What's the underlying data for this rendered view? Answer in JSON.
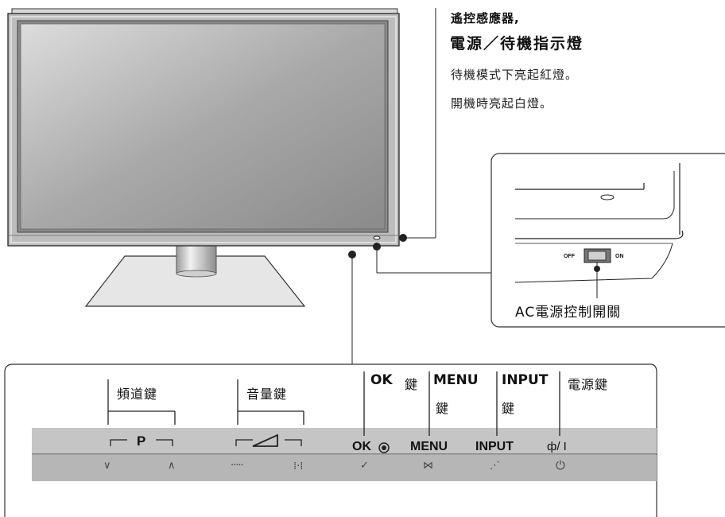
{
  "callout_top": {
    "sensor_title": "遙控感應器,",
    "power_indicator_title": "電源／待機指示燈",
    "note_standby": "待機模式下亮起紅燈。",
    "note_on": "開機時亮起白燈。"
  },
  "ac_switch": {
    "label": "AC電源控制開關",
    "off": "OFF",
    "on": "ON"
  },
  "panel": {
    "channel_label": "頻道鍵",
    "volume_label": "音量鍵",
    "ok_label_a": "OK",
    "ok_label_b": "鍵",
    "menu_label_a": "MENU",
    "menu_label_b": "鍵",
    "input_label_a": "INPUT",
    "input_label_b": "鍵",
    "power_label": "電源鍵",
    "btn_p": "P",
    "btn_ok": "OK",
    "btn_menu": "MENU",
    "btn_input": "INPUT",
    "btn_power": "ф/ I",
    "icons": [
      "chevron-down-icon",
      "chevron-up-icon",
      "minus-dots-icon",
      "plus-dots-icon",
      "check-icon",
      "menu-dots-icon",
      "input-dots-icon",
      "power-icon"
    ]
  }
}
